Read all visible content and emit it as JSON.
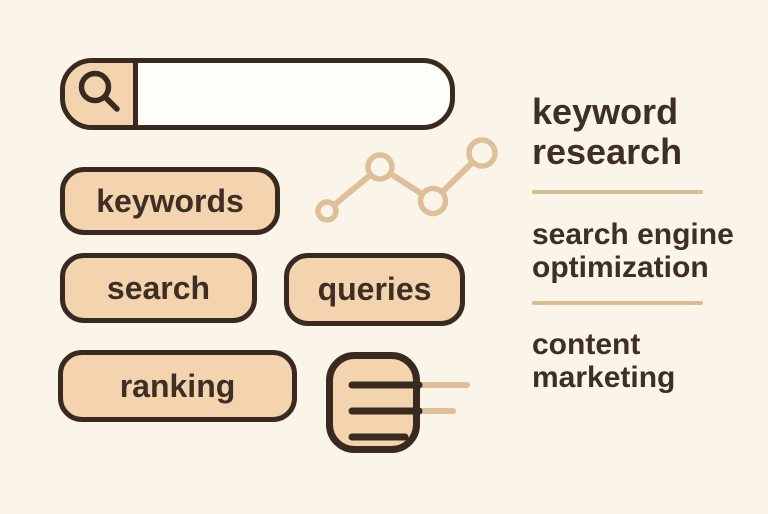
{
  "illustration_title": "keyword research infographic",
  "search_bar": {
    "value": "",
    "placeholder": "",
    "icon": "magnifier-icon"
  },
  "tags": [
    {
      "label": "keywords"
    },
    {
      "label": "search"
    },
    {
      "label": "queries"
    },
    {
      "label": "ranking"
    }
  ],
  "decorations": [
    {
      "icon": "trend-line-icon"
    },
    {
      "icon": "document-lines-icon"
    }
  ],
  "right_panel": {
    "items": [
      {
        "label": "keyword research",
        "lines": [
          "keyword",
          "research"
        ]
      },
      {
        "label": "search engine optimization",
        "lines": [
          "search engine",
          "optimization"
        ]
      },
      {
        "label": "content marketing",
        "lines": [
          "content",
          "marketing"
        ]
      }
    ]
  },
  "colors": {
    "background": "#fbf4e9",
    "ink": "#382a1e",
    "text": "#3e2e24",
    "tan_fill": "#f3d4af",
    "tan_accent": "#ddc09a",
    "divider": "#d9bc94",
    "field_white": "#fffdf7"
  }
}
